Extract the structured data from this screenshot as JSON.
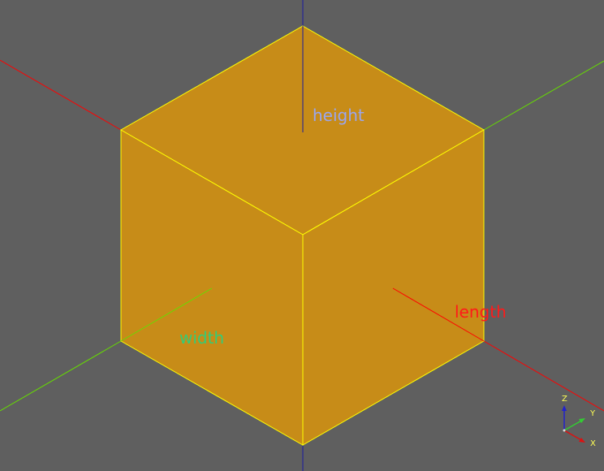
{
  "viewport": {
    "background_color": "#5f5f5f",
    "cube_color": "#c78c18",
    "cube_edge_color": "#ffff00"
  },
  "axes": {
    "x_color": "#ff0000",
    "y_color": "#66dd00",
    "z_color": "#1a1aa0"
  },
  "labels": {
    "height": "height",
    "width": "width",
    "length": "length",
    "height_color": "#9aa6ef",
    "width_color": "#33cc77",
    "length_color": "#ff1a1a"
  },
  "gizmo": {
    "z_label": "Z",
    "y_label": "Y",
    "x_label": "X",
    "label_color": "#ffff55"
  }
}
